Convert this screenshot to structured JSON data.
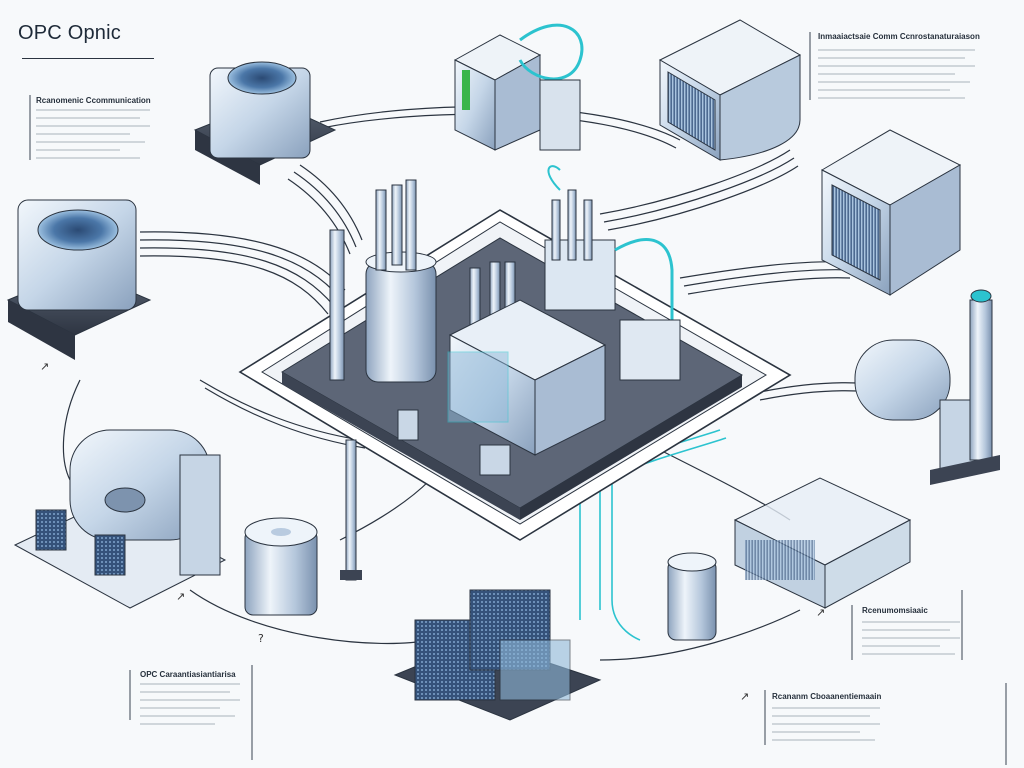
{
  "title": "OPC Opnic",
  "notes": [
    {
      "heading": "Rcanomenic Ccommunication"
    },
    {
      "heading": "Inmaaiactsaie Comm Ccnrostanaturaiason"
    },
    {
      "heading": "OPC Caraantiasiantiarisa"
    },
    {
      "heading": "Rcenumomsiaaic"
    },
    {
      "heading": "Rcananm Cboaanentiemaain"
    }
  ],
  "arrow_glyphs": [
    "↗",
    "↗",
    "?",
    "↗",
    "↗"
  ],
  "colors": {
    "metal_light": "#e4edf6",
    "metal_mid": "#b9cbe0",
    "metal_dark": "#6f86a3",
    "base_dark": "#3c4453",
    "platform": "#5d6677",
    "cable_cyan": "#2cc3cf",
    "line": "#2b3440"
  }
}
